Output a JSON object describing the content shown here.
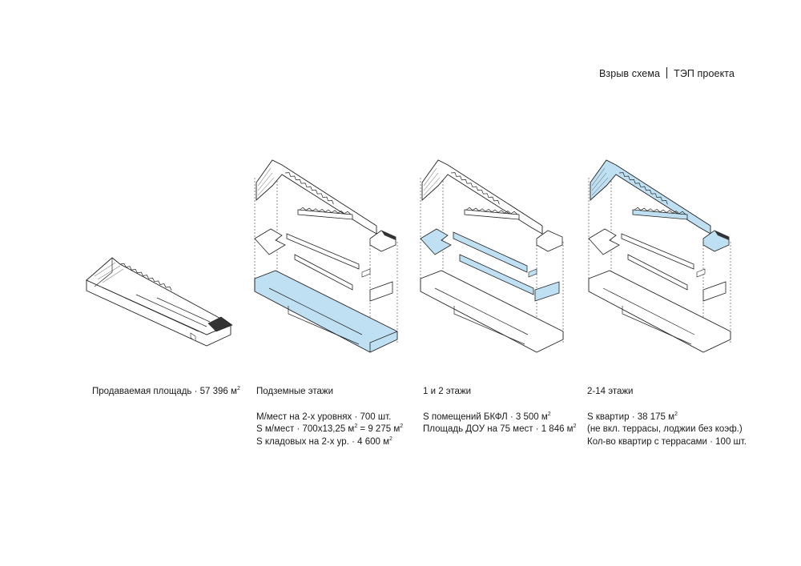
{
  "header": {
    "left": "Взрыв схема",
    "right": "ТЭП проекта"
  },
  "colors": {
    "highlight": "#bfe0f2",
    "stroke": "#222222",
    "fill": "#ffffff"
  },
  "captions": [
    {
      "title": "Продаваемая площадь · 57 396 м",
      "title_sup": "2",
      "lines": []
    },
    {
      "title": "Подземные этажи",
      "lines": [
        {
          "text": "М/мест на 2-х уровнях · 700 шт.",
          "sup": ""
        },
        {
          "text": "S м/мест · 700х13,25 м",
          "sup": "2",
          "tail": " = 9 275 м",
          "tail_sup": "2"
        },
        {
          "text": "S кладовых на 2-х ур. · 4 600 м",
          "sup": "2"
        }
      ]
    },
    {
      "title": "1 и 2 этажи",
      "lines": [
        {
          "text": "S помещений БКФЛ · 3 500 м",
          "sup": "2"
        },
        {
          "text": "Площадь ДОУ на 75 мест · 1 846 м",
          "sup": "2"
        }
      ]
    },
    {
      "title": "2-14 этажи",
      "lines": [
        {
          "text": "S квартир · 38 175 м",
          "sup": "2"
        },
        {
          "text": "(не вкл. террасы, лоджии без коэф.)",
          "sup": ""
        },
        {
          "text": "Кол-во квартир с террасами · 100 шт.",
          "sup": ""
        }
      ]
    }
  ]
}
